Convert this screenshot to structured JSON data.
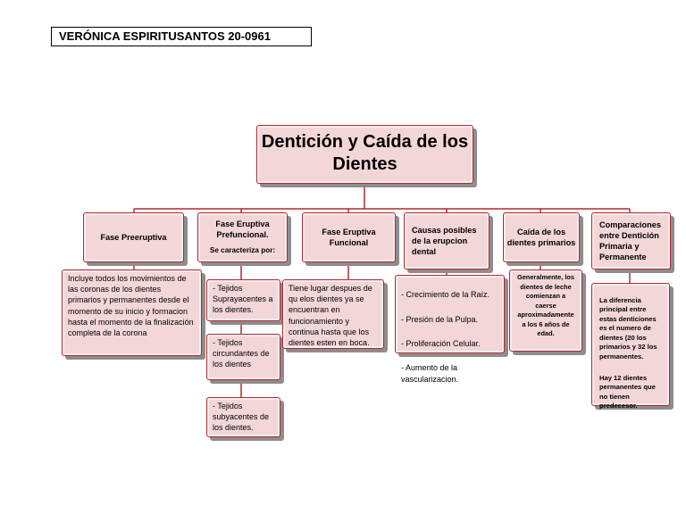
{
  "author": "VERÓNICA ESPIRITUSANTOS  20-0961",
  "main_title": "Dentición y Caída de los Dientes",
  "columns": [
    {
      "header": "Fase Preeruptiva",
      "details": [
        "Incluye todos los movimientos de las coronas de los dientes primarios y permanentes desde el momento de su inicio y formacion hasta el momento de la finalización completa de la corona"
      ]
    },
    {
      "header": "Fase Eruptiva Prefuncional.",
      "header_sub": "Se caracteriza por:",
      "details": [
        "- Tejidos Suprayacentes a los dientes.",
        "- Tejidos circundantes de los dientes",
        "- Tejidos subyacentes de los dientes."
      ]
    },
    {
      "header": "Fase Eruptiva Funcional",
      "details": [
        "Tiene lugar despues de qu elos dientes ya se encuentran en funcionamiento y continua hasta que los dientes esten en boca."
      ]
    },
    {
      "header": "Causas posibles de la erupcion dental",
      "details": [
        "- Crecimiento de la Raíz.",
        "- Presión de la Pulpa.",
        "- Proliferación Celular.",
        "- Aumento de la vascularizacion."
      ]
    },
    {
      "header": "Caída de los dientes primarios",
      "details": [
        "Generalmente, los dientes de leche comienzan a caerse aproximadamente a los 6 años de edad."
      ]
    },
    {
      "header": "Comparaciones entre Dentición Primaria y Permanente",
      "details": [
        "La diferencia principal entre estas denticiones es el numero de dientes (20 los primarios y 32 los permanentes.",
        "Hay 12 dientes permanentes que no tienen predecesor."
      ]
    }
  ],
  "colors": {
    "node_fill": "#f3d6d8",
    "node_border": "#b02a30",
    "connector": "#b02a30",
    "shadow": "#8d8d8d"
  }
}
